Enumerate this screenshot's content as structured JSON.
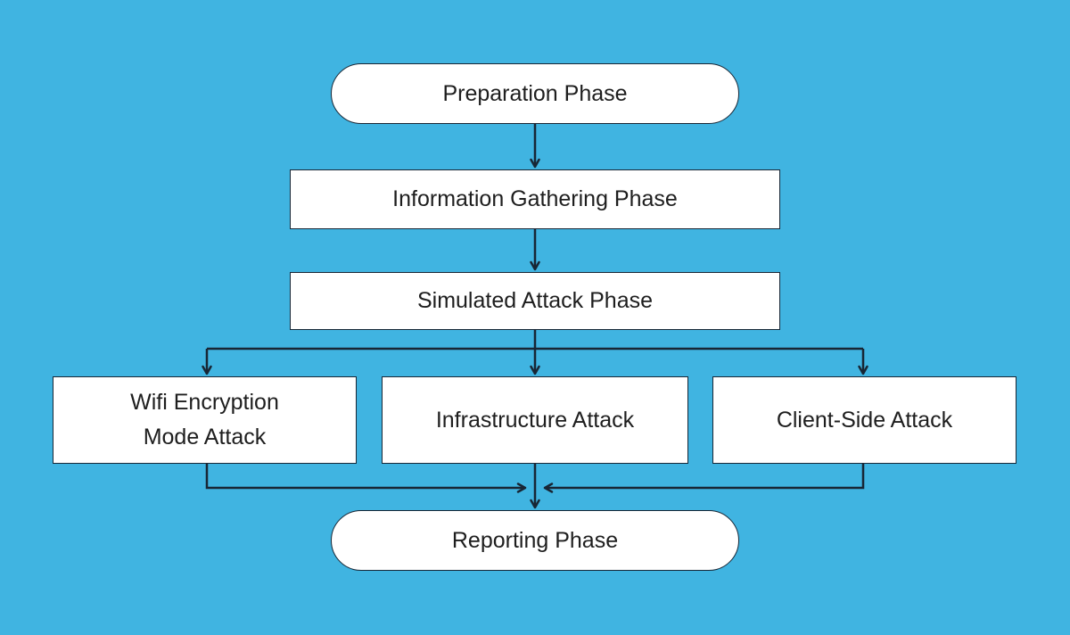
{
  "diagram": {
    "type": "flowchart",
    "direction": "top-down",
    "colors": {
      "bg": "#40b4e1",
      "node-fill": "#ffffff",
      "line": "#182635",
      "text": "#1e1e1e"
    },
    "nodes": {
      "preparation": {
        "label": "Preparation Phase",
        "shape": "pill"
      },
      "information": {
        "label": "Information Gathering Phase",
        "shape": "rect"
      },
      "simulated": {
        "label": "Simulated Attack Phase",
        "shape": "rect"
      },
      "wifi": {
        "label": "Wifi Encryption\nMode Attack",
        "shape": "rect"
      },
      "infrastructure": {
        "label": "Infrastructure Attack",
        "shape": "rect"
      },
      "client": {
        "label": "Client-Side Attack",
        "shape": "rect"
      },
      "reporting": {
        "label": "Reporting Phase",
        "shape": "pill"
      }
    },
    "edges": [
      {
        "from": "Preparation Phase",
        "to": "Information Gathering Phase"
      },
      {
        "from": "Information Gathering Phase",
        "to": "Simulated Attack Phase"
      },
      {
        "from": "Simulated Attack Phase",
        "to": "Wifi Encryption Mode Attack"
      },
      {
        "from": "Simulated Attack Phase",
        "to": "Infrastructure Attack"
      },
      {
        "from": "Simulated Attack Phase",
        "to": "Client-Side Attack"
      },
      {
        "from": "Wifi Encryption Mode Attack",
        "to": "Reporting Phase"
      },
      {
        "from": "Infrastructure Attack",
        "to": "Reporting Phase"
      },
      {
        "from": "Client-Side Attack",
        "to": "Reporting Phase"
      }
    ]
  }
}
